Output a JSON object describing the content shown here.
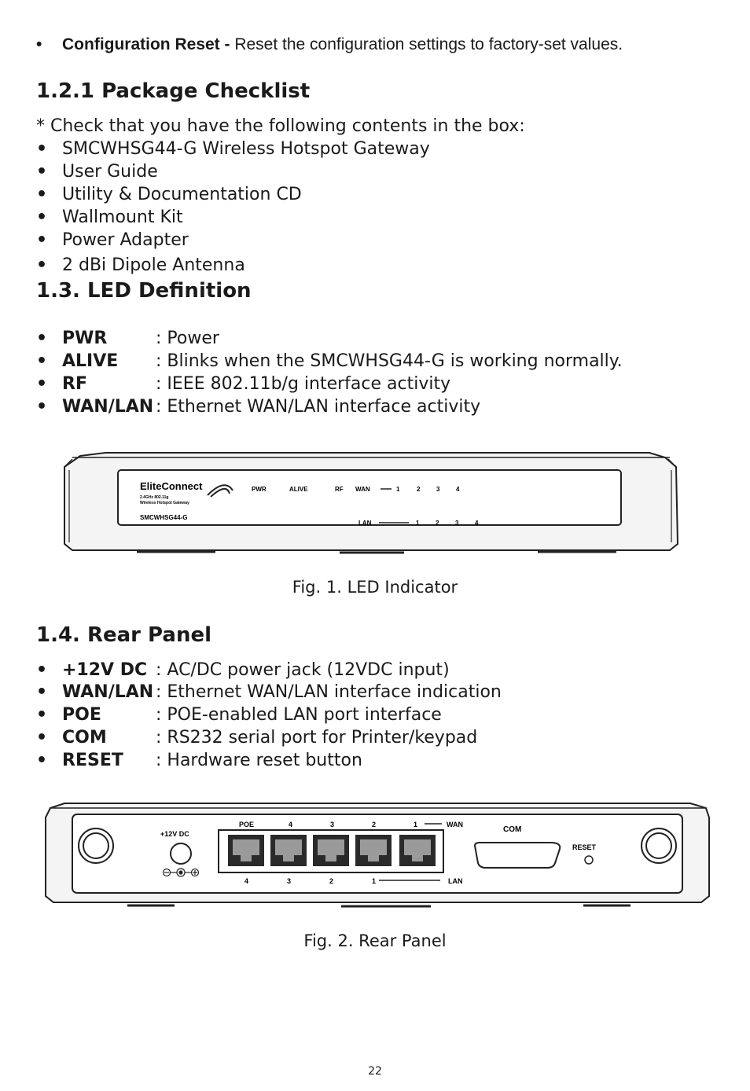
{
  "top_bullet": {
    "bold": "Configuration Reset -",
    "text": " Reset the configuration settings to factory-set values."
  },
  "checklist": {
    "heading": "1.2.1  Package Checklist",
    "intro": "* Check that you have the following contents in the box:",
    "items": [
      "SMCWHSG44-G Wireless Hotspot Gateway",
      "User Guide",
      "Utility & Documentation CD",
      "Wallmount Kit",
      "Power Adapter",
      "2 dBi Dipole Antenna"
    ]
  },
  "led": {
    "heading": "1.3. LED Definition",
    "items": [
      {
        "label": "PWR",
        "text": ": Power"
      },
      {
        "label": "ALIVE",
        "text": ": Blinks when the SMCWHSG44-G is working normally."
      },
      {
        "label": "RF",
        "text": ": IEEE 802.11b/g interface activity"
      },
      {
        "label": "WAN/LAN",
        "text": ": Ethernet WAN/LAN interface activity"
      }
    ],
    "figure": {
      "brand": "EliteConnect",
      "brand_sub1": "2.4GHz 802.11g",
      "brand_sub2": "Wireless Hotspot Gateway",
      "model": "SMCWHSG44-G",
      "pwr": "PWR",
      "alive": "ALIVE",
      "rf": "RF",
      "wan": "WAN",
      "lan": "LAN",
      "ports": [
        "1",
        "2",
        "3",
        "4"
      ]
    },
    "caption": "Fig. 1. LED Indicator"
  },
  "rear": {
    "heading": "1.4. Rear Panel",
    "items": [
      {
        "label": "+12V DC",
        "text": ": AC/DC power jack (12VDC input)"
      },
      {
        "label": "WAN/LAN",
        "text": ": Ethernet WAN/LAN interface indication"
      },
      {
        "label": "POE",
        "text": ": POE-enabled LAN port interface"
      },
      {
        "label": "COM",
        "text": ": RS232 serial port for Printer/keypad"
      },
      {
        "label": "RESET",
        "text": ": Hardware reset button"
      }
    ],
    "figure": {
      "power_label": "+12V DC",
      "poe": "POE",
      "wan": "WAN",
      "lan": "LAN",
      "com": "COM",
      "reset": "RESET",
      "top_nums": [
        "4",
        "3",
        "2",
        "1"
      ],
      "bottom_nums": [
        "4",
        "3",
        "2",
        "1"
      ]
    },
    "caption": "Fig. 2. Rear Panel"
  },
  "page_number": "22"
}
